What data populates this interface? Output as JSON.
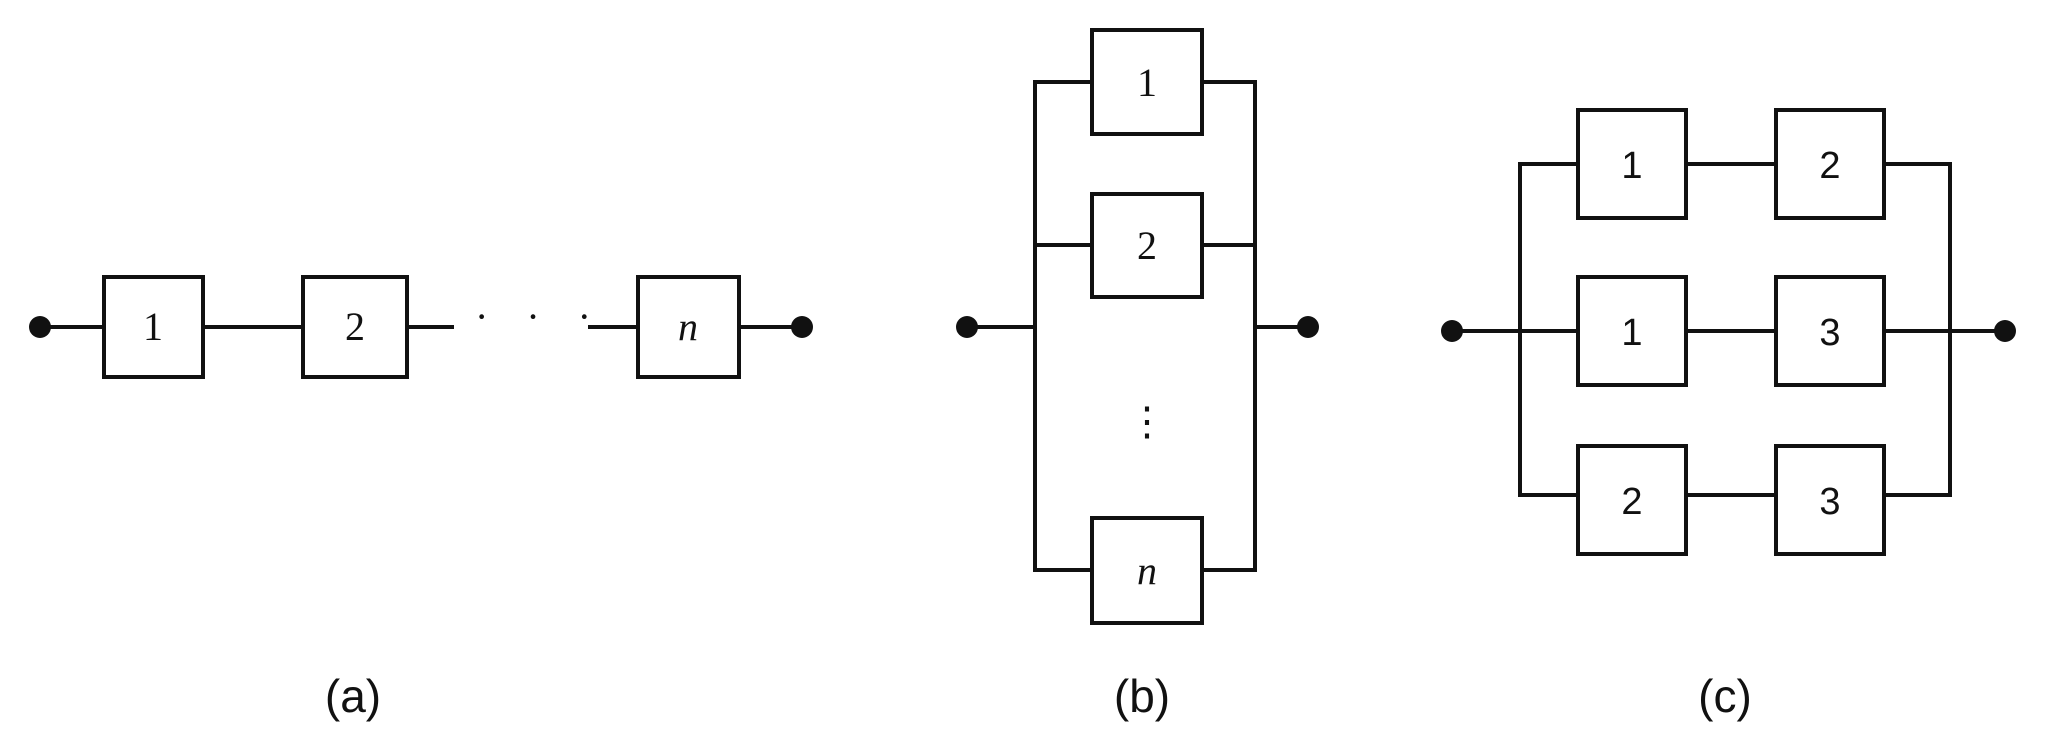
{
  "captions": {
    "a": "(a)",
    "b": "(b)",
    "c": "(c)"
  },
  "diagram_a": {
    "blocks": [
      "1",
      "2",
      "n"
    ],
    "ellipsis": "· · ·"
  },
  "diagram_b": {
    "blocks": [
      "1",
      "2",
      "n"
    ],
    "ellipsis": "⋮"
  },
  "diagram_c": {
    "paths": [
      {
        "first": "1",
        "second": "2"
      },
      {
        "first": "1",
        "second": "3"
      },
      {
        "first": "2",
        "second": "3"
      }
    ]
  }
}
